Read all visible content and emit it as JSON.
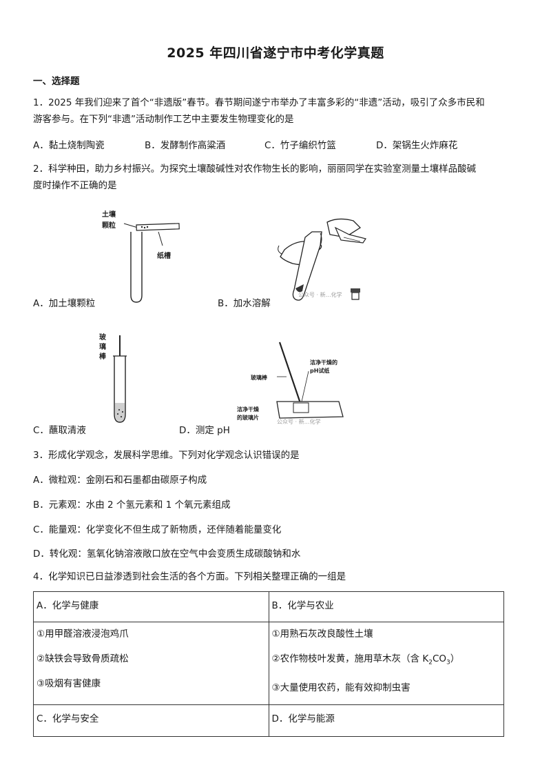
{
  "title": "2025 年四川省遂宁市中考化学真题",
  "section1": "一、选择题",
  "q1": {
    "line1": "1．2025 年我们迎来了首个“非遗版”春节。春节期间遂宁市举办了丰富多彩的“非遗”活动，吸引了众多市民和",
    "line2": "游客参与。在下列“非遗”活动制作工艺中主要发生物理变化的是",
    "options": [
      "A．黏土烧制陶瓷",
      "B．发酵制作高粱酒",
      "C．竹子编织竹篮",
      "D．架锅生火炸麻花"
    ]
  },
  "q2": {
    "line1": "2．科学种田，助力乡村振兴。为探究土壤酸碱性对农作物生长的影响，丽丽同学在实验室测量土壤样品酸碱",
    "line2": "度时操作不正确的是",
    "options": [
      "A．加土壤颗粒",
      "B．加水溶解",
      "C．蘸取清液",
      "D．测定 pH"
    ],
    "fig_a": {
      "label1": "土壤",
      "label2": "颗粒",
      "label3": "纸槽"
    },
    "fig_b": {
      "watermark": "公众号 · 新…化学"
    },
    "fig_c": {
      "label": [
        "玻",
        "璃",
        "棒"
      ]
    },
    "fig_d": {
      "label_rod": "玻璃棒",
      "label_paper1": "洁净干燥的",
      "label_paper2": "pH试纸",
      "label_glass1": "洁净干燥",
      "label_glass2": "的玻璃片",
      "watermark": "公众号 · 新…化学"
    }
  },
  "q3": {
    "stem": "3．形成化学观念，发展科学思维。下列对化学观念认识错误的是",
    "options": [
      "A．微粒观：金刚石和石墨都由碳原子构成",
      "B．元素观：水由 2 个氢元素和 1 个氧元素组成",
      "C．能量观：化学变化不但生成了新物质，还伴随着能量变化",
      "D．转化观：氢氧化钠溶液敞口放在空气中会变质生成碳酸钠和水"
    ]
  },
  "q4": {
    "stem": "4．化学知识已日益渗透到社会生活的各个方面。下列相关整理正确的一组是",
    "a_head": "A．化学与健康",
    "a_items": [
      "①用甲醛溶液浸泡鸡爪",
      "②缺铁会导致骨质疏松",
      "③吸烟有害健康"
    ],
    "b_head": "B．化学与农业",
    "b_items": [
      "①用熟石灰改良酸性土壤",
      "②农作物枝叶发黄，施用草木灰（含 K",
      "2",
      "CO",
      "3",
      "）",
      "③大量使用农药，能有效抑制虫害"
    ],
    "c_head": "C．化学与安全",
    "d_head": "D．化学与能源"
  }
}
